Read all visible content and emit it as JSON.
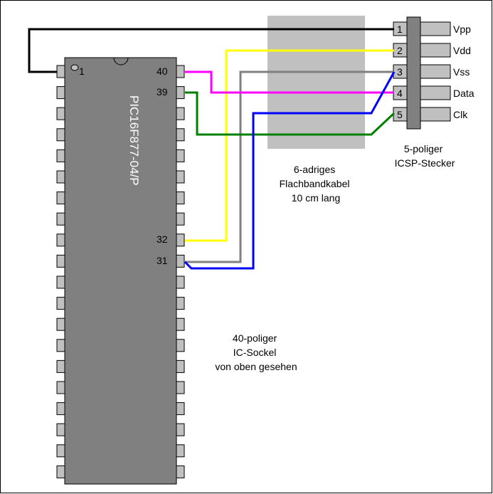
{
  "colors": {
    "chip_body": "#808080",
    "pin": "#c0c0c0",
    "ribbon": "#c0c0c0",
    "wire_vpp": "#000000",
    "wire_vdd": "#ffff00",
    "wire_vss": "#808080",
    "wire_data": "#ff00ff",
    "wire_clk": "#008000",
    "wire_31": "#0000ff"
  },
  "chip": {
    "part_number": "PIC16F877-04/P",
    "pin_labels": {
      "pin1": "1",
      "pin40": "40",
      "pin39": "39",
      "pin32": "32",
      "pin31": "31"
    }
  },
  "connector": {
    "pins": [
      {
        "number": "1",
        "signal": "Vpp"
      },
      {
        "number": "2",
        "signal": "Vdd"
      },
      {
        "number": "3",
        "signal": "Vss"
      },
      {
        "number": "4",
        "signal": "Data"
      },
      {
        "number": "5",
        "signal": "Clk"
      }
    ],
    "caption_lines": [
      "5-poliger",
      "ICSP-Stecker"
    ]
  },
  "ribbon": {
    "caption_lines": [
      "6-adriges",
      "Flachbandkabel",
      "10 cm lang"
    ]
  },
  "socket": {
    "caption_lines": [
      "40-poliger",
      "IC-Sockel",
      "von oben gesehen"
    ]
  }
}
